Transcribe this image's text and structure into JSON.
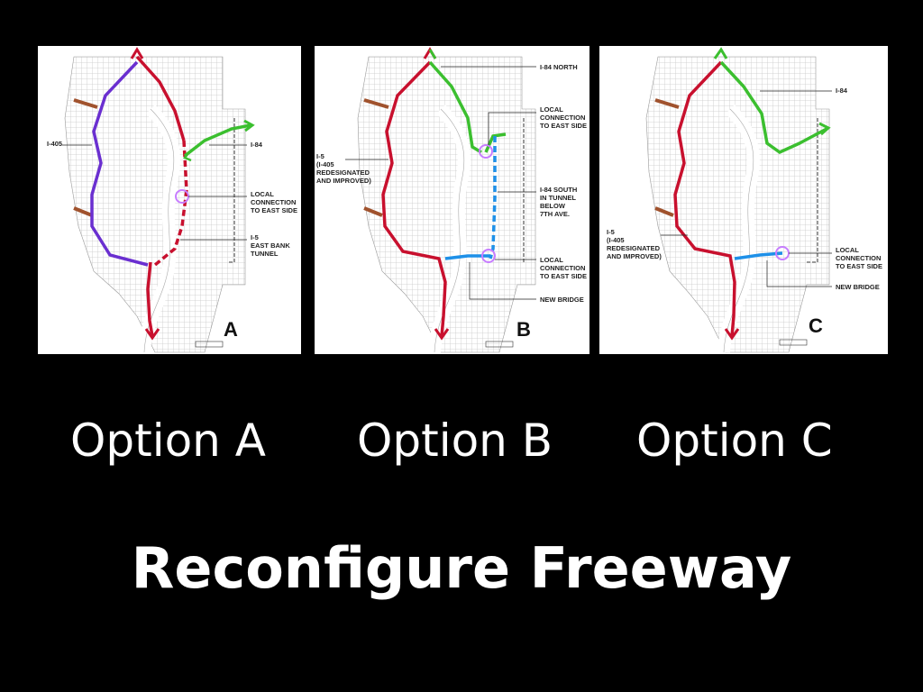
{
  "slide": {
    "title": "Reconfigure Freeway",
    "colors": {
      "background": "#000000",
      "text": "#ffffff",
      "route_red": "#c8102e",
      "route_purple": "#6a2fd0",
      "route_green": "#3bbf2f",
      "route_blue": "#1e90e8",
      "connection_circle": "#c77dff",
      "ramp_brown": "#a0522d"
    }
  },
  "options": [
    {
      "label": "Option A",
      "letter": "A",
      "annotations": {
        "i405": "I-405",
        "i84": "I-84",
        "local1": "LOCAL",
        "local2": "CONNECTION",
        "local3": "TO EAST SIDE",
        "i5a": "I-5",
        "i5b": "EAST BANK",
        "i5c": "TUNNEL"
      }
    },
    {
      "label": "Option B",
      "letter": "B",
      "annotations": {
        "i84north": "I-84 NORTH",
        "local_top1": "LOCAL",
        "local_top2": "CONNECTION",
        "local_top3": "TO EAST SIDE",
        "i5a": "I-5",
        "i5b": "(I-405",
        "i5c": "REDESIGNATED",
        "i5d": "AND IMPROVED)",
        "i84south1": "I-84 SOUTH",
        "i84south2": "IN TUNNEL",
        "i84south3": "BELOW",
        "i84south4": "7TH AVE.",
        "local_bot1": "LOCAL",
        "local_bot2": "CONNECTION",
        "local_bot3": "TO EAST SIDE",
        "bridge": "NEW BRIDGE"
      }
    },
    {
      "label": "Option C",
      "letter": "C",
      "annotations": {
        "i84": "I-84",
        "i5a": "I-5",
        "i5b": "(I-405",
        "i5c": "REDESIGNATED",
        "i5d": "AND IMPROVED)",
        "local1": "LOCAL",
        "local2": "CONNECTION",
        "local3": "TO EAST SIDE",
        "bridge": "NEW BRIDGE"
      }
    }
  ]
}
